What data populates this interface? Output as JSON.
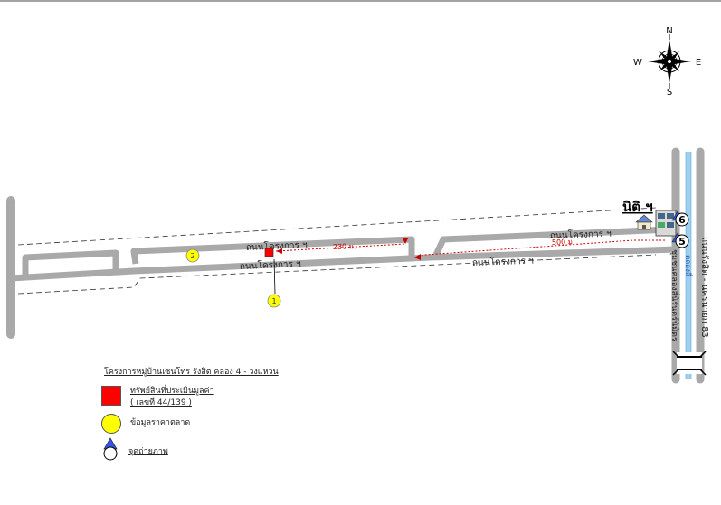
{
  "compass": {
    "n": "N",
    "s": "S",
    "e": "E",
    "w": "W"
  },
  "roads": {
    "internal_upper": "ถนนโครงการ ฯ",
    "internal_middle": "ถนนโครงการ ฯ",
    "internal_lower": "ถนนโครงการ ฯ",
    "internal_right": "ถนนโครงการ ฯ",
    "main_road": "ถนนรังสิต - นครนายก 83",
    "canal": "คลองสี่"
  },
  "distances": {
    "d1": "230 ม.",
    "d2": "500 ม."
  },
  "landmarks": {
    "nithi": "นิติ ฯ",
    "bank": "ชุมชนคลองสี่นิรันดร์นิมิตร"
  },
  "markers": {
    "m1": "1",
    "m2": "2",
    "m5": "5",
    "m6": "6"
  },
  "legend": {
    "title": "โครงการหมู่บ้านเซนโทร รังสิต คลอง 4 - วงแหวน",
    "subject_label": "ทรัพย์สินที่ประเมินมูลค่า",
    "subject_sub": "( เลขที่ 44/139 )",
    "market_label": "ข้อมูลราคาตลาด",
    "photo_label": "จุดถ่ายภาพ"
  },
  "colors": {
    "road": "#a9a9a9",
    "subject": "#ff0000",
    "market": "#ffff00",
    "canal": "#9fd0f0",
    "route": "#cc0000",
    "camera": "#3355ee"
  }
}
